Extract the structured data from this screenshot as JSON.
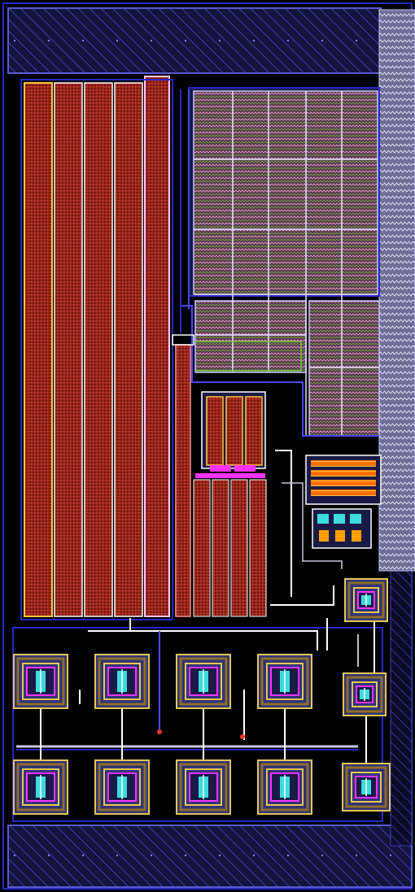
{
  "layout": {
    "colors": {
      "background": "#000000",
      "rail_fill": "#14143c",
      "rail_hatch": "#3c3cb4",
      "rail_edge": "#5a5ad2",
      "rail_dot": "#8282ff",
      "metal_blue": "#2828c8",
      "metal_blue_bright": "#4646ff",
      "metal_white": "#ffffff",
      "metal_grey": "#c8c8dc",
      "poly_red": "#a0281e",
      "poly_red_dark": "#6e140f",
      "cap_orange": "#ff6e00",
      "cap_outline": "#ffc83c",
      "contact_magenta": "#ff32ff",
      "contact_cyan": "#3cdcdc",
      "diff_green": "#78c83c",
      "array_fill": "#5a3c50",
      "array_pattern": "#e6a0c8",
      "array_grid": "#c8c8ff",
      "zigzag_fill": "#6e6e96",
      "zigzag_line": "#e6e6ff",
      "via_orange": "#ffa000",
      "bjt_well": "#323278",
      "bjt_ring_yellow": "#e6c850",
      "bjt_ring_brown": "#8c6e28"
    },
    "regions": {
      "top_rail": "power-rail",
      "bottom_rail": "ground-rail",
      "resistor_bank": "poly-resistor-bank",
      "capacitor_array": "mim-capacitor-array",
      "zigzag_column": "dummy-fill-column",
      "transistor_pairs": "matched-transistor-group",
      "capacitor_stack": "small-capacitor-stack",
      "bjt_array": "bjt-unit-array"
    },
    "bjt_rows": 2,
    "bjt_cols": 5
  }
}
